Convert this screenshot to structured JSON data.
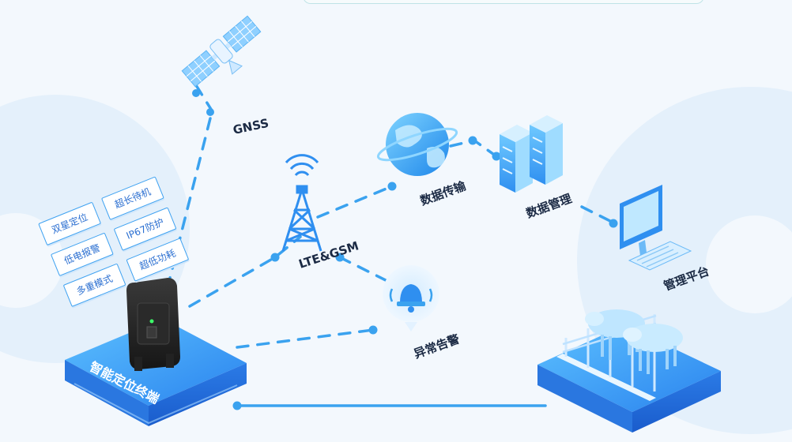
{
  "nodes": {
    "gnss": "GNSS",
    "lte": "LTE&GSM",
    "transfer": "数据传输",
    "manage": "数据管理",
    "platform": "管理平台",
    "alarm": "异常告警",
    "terminal": "智能定位终端"
  },
  "features": [
    "双星定位",
    "超长待机",
    "低电报警",
    "IP67防护",
    "多重模式",
    "超低功耗"
  ],
  "colors": {
    "accent": "#2f8ff0",
    "line": "#3aa2ef",
    "platform_top": "#40a6f6",
    "platform_side": "#1f6fd8",
    "background": "#f3f8fd"
  }
}
